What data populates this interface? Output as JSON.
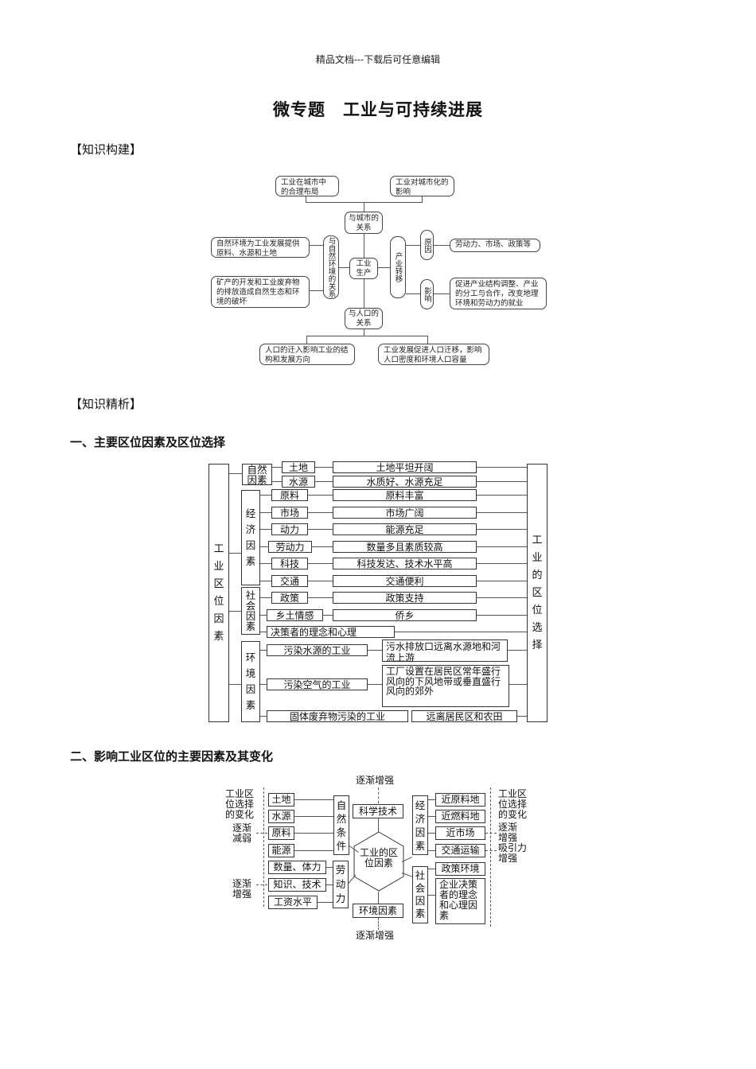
{
  "header": "精品文档---下载后可任意编辑",
  "title": "微专题　工业与可持续进展",
  "sections": {
    "knowledge_build": "【知识构建】",
    "knowledge_analysis": "【知识精析】",
    "part1": "一、主要区位因素及区位选择",
    "part2": "二、影响工业区位的主要因素及其变化"
  },
  "concept_map": {
    "center": "工业生产",
    "city": {
      "hub": "与城市的关系",
      "left": "工业在城市中的合理布局",
      "right": "工业对城市化的影响"
    },
    "nature": {
      "hub": "与自然环境的关系",
      "top": "自然环境为工业发展提供原料、水源和土地",
      "bottom": "矿产的开发和工业废弃物的排放造成自然生态和环境的破坏"
    },
    "transfer": {
      "hub": "产业转移",
      "reason_label": "原因",
      "reason": "劳动力、市场、政策等",
      "impact_label": "影响",
      "impact": "促进产业结构调整、产业的分工与合作，改变地理环境和劳动力的就业"
    },
    "population": {
      "hub": "与人口的关系",
      "left": "人口的迁入影响工业的结构和发展方向",
      "right": "工业发展促进人口迁移，影响人口密度和环境人口容量"
    }
  },
  "location_table": {
    "left_label": "工业区位因素",
    "right_label": "工业的区位选择",
    "groups": [
      {
        "name": "自然因素",
        "rows": [
          {
            "factor": "土地",
            "condition": "土地平坦开阔"
          },
          {
            "factor": "水源",
            "condition": "水质好、水源充足"
          }
        ]
      },
      {
        "name": "经济因素",
        "rows": [
          {
            "factor": "原料",
            "condition": "原料丰富"
          },
          {
            "factor": "市场",
            "condition": "市场广阔"
          },
          {
            "factor": "动力",
            "condition": "能源充足"
          },
          {
            "factor": "劳动力",
            "condition": "数量多且素质较高"
          },
          {
            "factor": "科技",
            "condition": "科技发达、技术水平高"
          },
          {
            "factor": "交通",
            "condition": "交通便利"
          }
        ]
      },
      {
        "name": "社会因素",
        "rows": [
          {
            "factor": "政策",
            "condition": "政策支持"
          },
          {
            "factor": "乡土情感",
            "condition": "侨乡"
          },
          {
            "factor": "决策者的理念和心理",
            "condition": ""
          }
        ]
      },
      {
        "name": "环境因素",
        "rows": [
          {
            "factor": "污染水源的工业",
            "condition": "污水排放口远离水源地和河流上游"
          },
          {
            "factor": "污染空气的工业",
            "condition": "工厂设置在居民区常年盛行风向的下风地带或垂直盛行风向的郊外"
          },
          {
            "factor": "固体废弃物污染的工业",
            "condition": "远离居民区和农田"
          }
        ]
      }
    ]
  },
  "change_diagram": {
    "center": "工业的区位因素",
    "top_note": "逐渐增强",
    "top_box": "科学技术",
    "bottom_box": "环境因素",
    "bottom_note": "逐渐增强",
    "left_heading": "工业区位选择的变化",
    "left_weaken": "逐渐减弱",
    "left_strengthen": "逐渐增强",
    "natural": {
      "label": "自然条件",
      "items": [
        "土地",
        "水源",
        "原料",
        "能源"
      ]
    },
    "labor": {
      "label": "劳动力",
      "items": [
        "数量、体力",
        "知识、技术",
        "工资水平"
      ]
    },
    "economic": {
      "label": "经济因素",
      "items": [
        "近原料地",
        "近燃料地",
        "近市场",
        "交通运输"
      ]
    },
    "social": {
      "label": "社会因素",
      "items": [
        "政策环境",
        "企业决策者的理念和心理因素"
      ]
    },
    "right_heading": "工业区位选择的变化",
    "right_strengthen": "逐渐增强",
    "right_attract": "吸引力增强"
  }
}
